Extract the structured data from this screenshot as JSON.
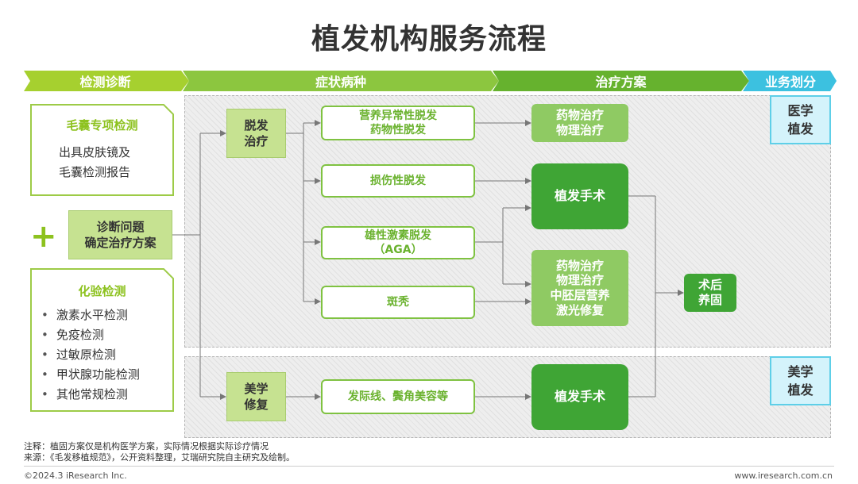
{
  "title": "植发机构服务流程",
  "stages": [
    "检测诊断",
    "症状病种",
    "治疗方案",
    "业务划分"
  ],
  "panels": {
    "follicle": {
      "head": "毛囊专项检测",
      "body": [
        "出具皮肤镜及",
        "毛囊检测报告"
      ]
    },
    "diagnosis": [
      "诊断问题",
      "确定治疗方案"
    ],
    "lab": {
      "head": "化验检测",
      "items": [
        "激素水平检测",
        "免疫检测",
        "过敏原检测",
        "甲状腺功能检测",
        "其他常规检测"
      ]
    }
  },
  "categories": {
    "hair_loss": [
      "脱发",
      "治疗"
    ],
    "aesthetic": [
      "美学",
      "修复"
    ]
  },
  "symptoms": {
    "nutrition": [
      "营养异常性脱发",
      "药物性脱发"
    ],
    "injury": "损伤性脱发",
    "aga": [
      "雄性激素脱发",
      "（AGA）"
    ],
    "baldness": "斑秃",
    "hairline": "发际线、鬓角美容等"
  },
  "treatments": {
    "drug_physical": [
      "药物治疗",
      "物理治疗"
    ],
    "transplant_top": "植发手术",
    "combo": [
      "药物治疗",
      "物理治疗",
      "中胚层营养",
      "激光修复"
    ],
    "transplant_bottom": "植发手术",
    "post_care": [
      "术后",
      "养固"
    ]
  },
  "business": {
    "medical": [
      "医学",
      "植发"
    ],
    "aesthetic": [
      "美学",
      "植发"
    ]
  },
  "notes": {
    "note": "注释：植固方案仅是机构医学方案，实际情况根据实际诊疗情况",
    "source": "来源：《毛发移植规范》，公开资料整理，艾瑞研究院自主研究及绘制。"
  },
  "footer": {
    "copyright": "©2024.3 iResearch Inc.",
    "website": "www.iresearch.com.cn"
  },
  "colors": {
    "chevron_light": "#a6d02f",
    "chevron_mid": "#8cc63f",
    "chevron_dark": "#66b22e",
    "chevron_cyan": "#3cc1e0",
    "connector": "#777777"
  }
}
